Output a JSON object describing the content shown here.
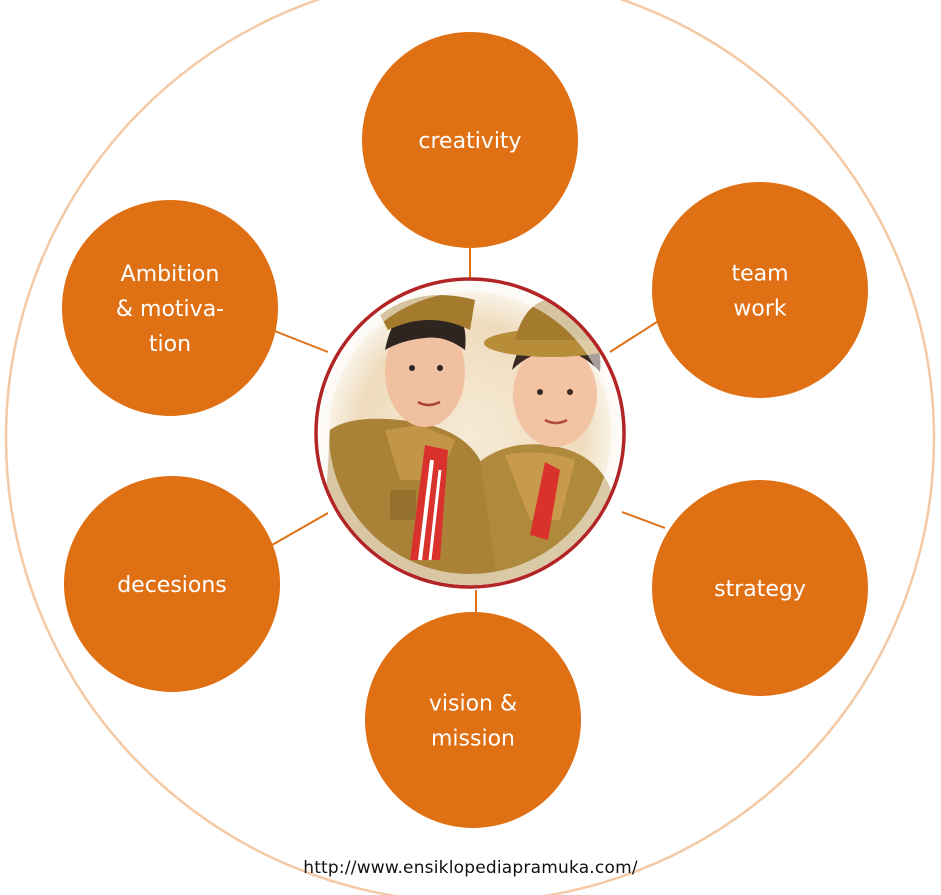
{
  "nodes": [
    {
      "id": "creativity",
      "lines": [
        "creativity"
      ]
    },
    {
      "id": "team-work",
      "lines": [
        "team",
        "work"
      ]
    },
    {
      "id": "strategy",
      "lines": [
        "strategy"
      ]
    },
    {
      "id": "vision-mission",
      "lines": [
        "vision &",
        "mission"
      ]
    },
    {
      "id": "decesions",
      "lines": [
        "decesions"
      ]
    },
    {
      "id": "ambition-motivation",
      "lines": [
        "Ambition",
        "& motiva-",
        "tion"
      ]
    }
  ],
  "center": {
    "image": "scouts-illustration",
    "content": "Illustration of two scouts in uniform with hats and red neckerchiefs"
  },
  "source": {
    "url": "http://www.ensiklopediapramuka.com/"
  },
  "colors": {
    "node_fill": "#e07014",
    "outer_ring": "#f4c9a4",
    "center_ring": "#b32424",
    "connector": "#e07014",
    "node_text": "#ffffff"
  }
}
